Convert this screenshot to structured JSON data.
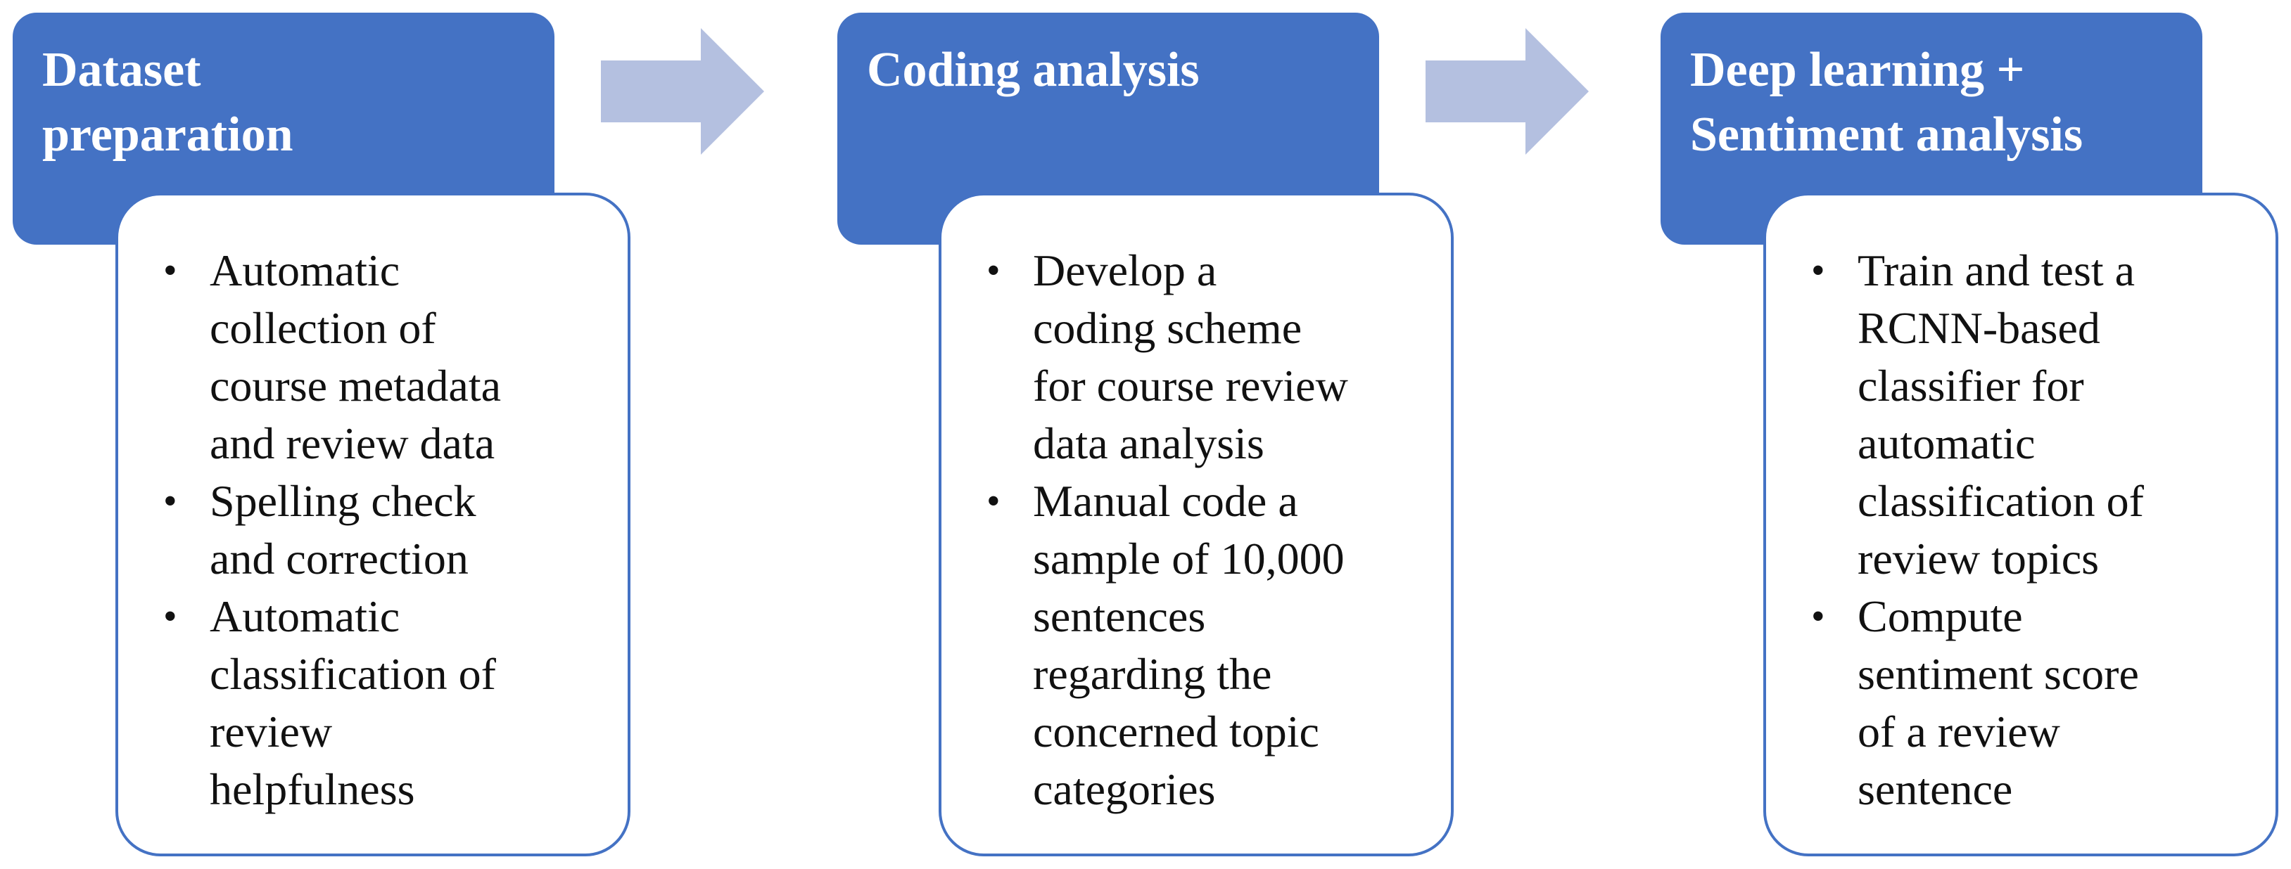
{
  "colors": {
    "stage_fill": "#4472c4",
    "arrow_fill": "#b4c0e0",
    "card_border": "#4472c4"
  },
  "stages": [
    {
      "title_lines": [
        "Dataset",
        "preparation"
      ],
      "bullets": [
        {
          "lines": [
            "Automatic",
            "collection  of",
            "course metadata",
            "and review data"
          ]
        },
        {
          "lines": [
            "Spelling  check",
            "and correction"
          ]
        },
        {
          "lines": [
            "Automatic",
            "classification  of",
            "review",
            "helpfulness"
          ]
        }
      ]
    },
    {
      "title_lines": [
        "Coding  analysis"
      ],
      "bullets": [
        {
          "lines": [
            "Develop  a",
            "coding scheme",
            "for course review",
            "data analysis"
          ]
        },
        {
          "lines": [
            "Manual code a",
            "sample of 10,000",
            "sentences",
            "regarding the",
            "concerned topic",
            "categories"
          ]
        }
      ]
    },
    {
      "title_lines": [
        "Deep learning +",
        "Sentiment analysis"
      ],
      "bullets": [
        {
          "lines": [
            "Train and test a",
            "RCNN-based",
            "classifier  for",
            "automatic",
            "classification  of",
            "review topics"
          ]
        },
        {
          "lines": [
            "Compute",
            "sentiment score",
            "of a review",
            "sentence"
          ]
        }
      ]
    }
  ],
  "bullet_symbol": "•",
  "arrows": [
    {
      "icon": "right-arrow-icon"
    },
    {
      "icon": "right-arrow-icon"
    }
  ]
}
